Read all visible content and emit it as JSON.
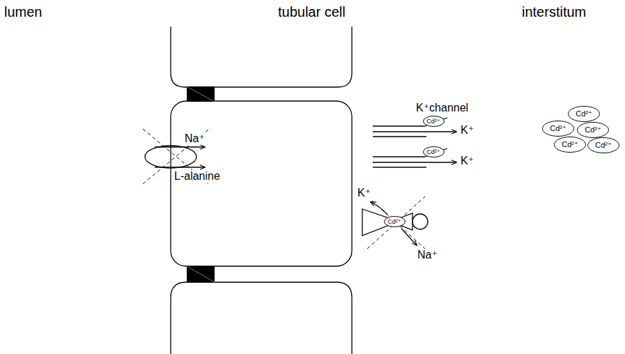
{
  "diagram": {
    "nodes": [
      {
        "text": [
          "Cd²⁺"
        ]
      },
      {
        "text": [
          "Cd²⁺"
        ]
      },
      {
        "text": [
          "Cd²⁺"
        ]
      },
      {
        "text": [
          "Cd²⁺"
        ]
      },
      {
        "text": [
          "Cd²⁺"
        ]
      },
      {
        "text": [
          "Cd²⁺"
        ]
      },
      {
        "text": [
          "Cd²⁺"
        ]
      },
      {
        "text": [
          "Cd²⁺"
        ]
      }
    ],
    "labels": [
      "lumen",
      "tubular cell",
      "interstitum",
      "K⁺channel",
      "Na⁺",
      "L-alanine",
      "K⁺",
      "K⁺",
      "K⁺",
      "Na⁺"
    ]
  }
}
